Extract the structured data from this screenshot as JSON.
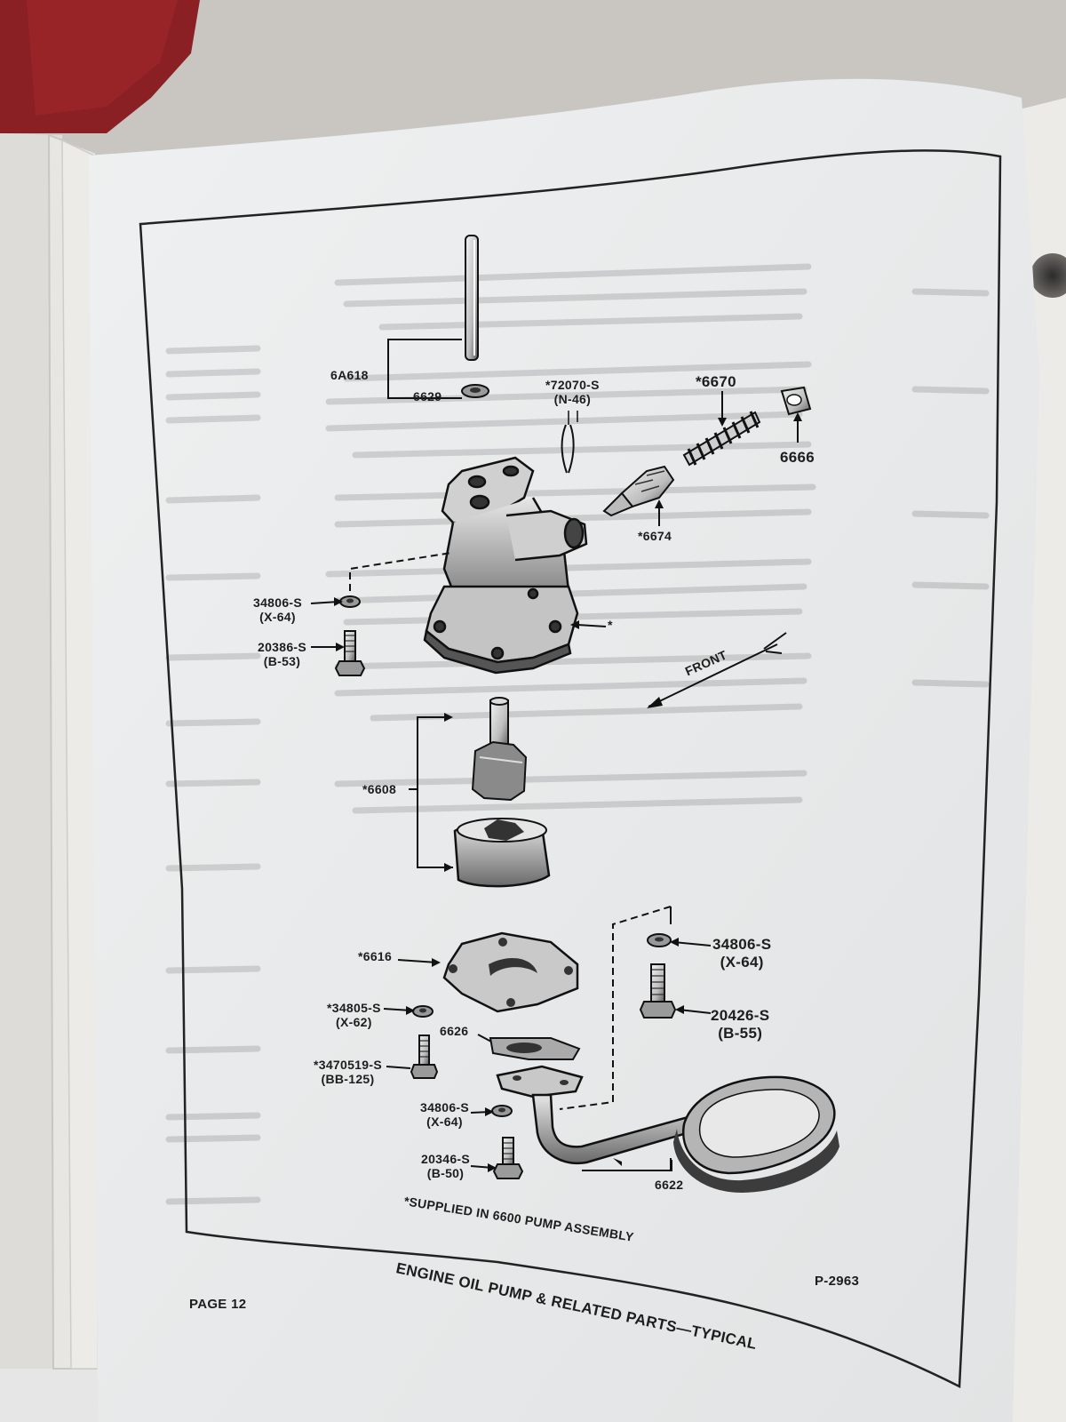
{
  "page": {
    "number_label": "PAGE 12",
    "figure_code": "P-2963"
  },
  "figure": {
    "caption": "ENGINE OIL PUMP & RELATED PARTS—TYPICAL",
    "footnote": "*SUPPLIED IN 6600 PUMP ASSEMBLY",
    "front_label": "FRONT",
    "asterisk": "*"
  },
  "callouts": {
    "p6A618": "6A618",
    "p6629": "6629",
    "p72070": {
      "num": "*72070-S",
      "code": "(N-46)"
    },
    "p6670": "*6670",
    "p6666": "6666",
    "p6674": "*6674",
    "p34806_top": {
      "num": "34806-S",
      "code": "(X-64)"
    },
    "p20386": {
      "num": "20386-S",
      "code": "(B-53)"
    },
    "p6608": "*6608",
    "p6616": "*6616",
    "p34805": {
      "num": "*34805-S",
      "code": "(X-62)"
    },
    "p6626": "6626",
    "p3470519": {
      "num": "*3470519-S",
      "code": "(BB-125)"
    },
    "p34806_mid": {
      "num": "34806-S",
      "code": "(X-64)"
    },
    "p20346": {
      "num": "20346-S",
      "code": "(B-50)"
    },
    "p6622": "6622",
    "p34806_right": {
      "num": "34806-S",
      "code": "(X-64)"
    },
    "p20426": {
      "num": "20426-S",
      "code": "(B-55)"
    }
  },
  "colors": {
    "paper": "#e9ebec",
    "ink": "#1d1d1d",
    "background_fabric": "#c9c6c2",
    "red_cloth": "#8a1f24"
  }
}
